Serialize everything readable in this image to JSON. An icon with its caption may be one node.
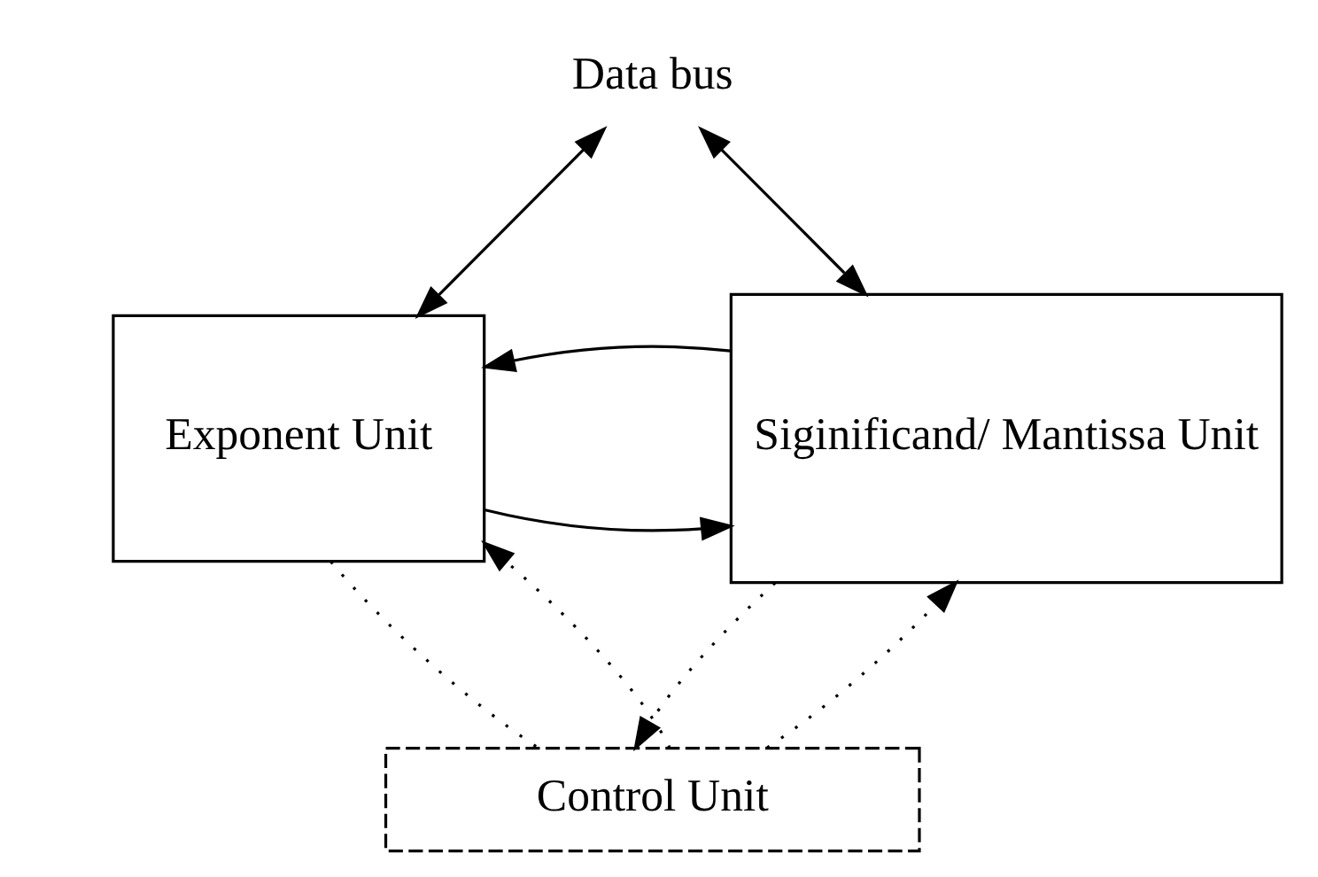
{
  "diagram": {
    "nodes": [
      {
        "text": [
          "Data bus"
        ]
      },
      {
        "text": [
          "Exponent Unit"
        ]
      },
      {
        "text": [
          "Siginificand/ Mantissa Unit"
        ]
      },
      {
        "text": [
          "Control Unit"
        ]
      }
    ],
    "edges": [
      {
        "from": 0,
        "to": 1,
        "arrow": "both"
      },
      {
        "from": 0,
        "to": 2,
        "arrow": "both"
      },
      {
        "from": 1,
        "to": 2,
        "arrow": "to"
      },
      {
        "from": 2,
        "to": 1,
        "arrow": "to"
      },
      {
        "from": 3,
        "to": 1,
        "arrow": "to",
        "style": "dashed"
      },
      {
        "from": 1,
        "to": 3,
        "arrow": "none",
        "style": "dashed"
      },
      {
        "from": 2,
        "to": 3,
        "arrow": "to",
        "style": "dashed"
      },
      {
        "from": 3,
        "to": 2,
        "arrow": "to",
        "style": "dashed"
      }
    ]
  }
}
